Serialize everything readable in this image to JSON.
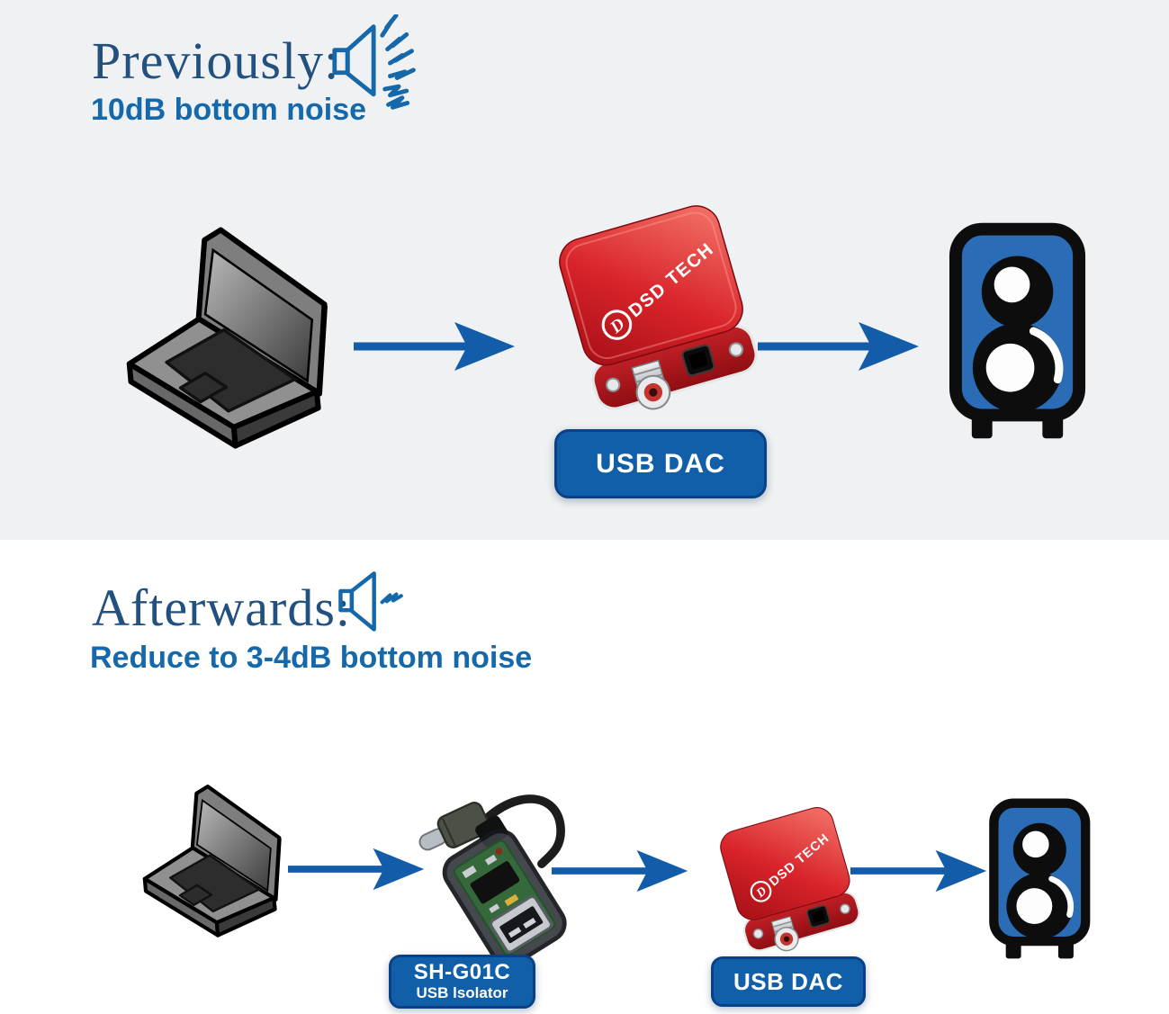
{
  "colors": {
    "background_top": "#eff1f2",
    "background_bottom": "#ffffff",
    "heading_blue": "#22507f",
    "subtitle_blue": "#1568a9",
    "arrow_blue": "#135ca9",
    "button_blue": "#115fa9",
    "speaker_blue": "#2a6cb5",
    "dac_red": "#cf1b20"
  },
  "icons": {
    "speaker_noise_icon": "horn speaker with loud noise zigzags",
    "speaker_quiet_icon": "horn speaker with small wave",
    "laptop_graphic": "gray isometric laptop clipart",
    "speaker_graphic": "blue two-way loudspeaker clipart",
    "flow_arrow": "right-pointing blue arrow"
  },
  "previously": {
    "title": "Previously:",
    "subtitle": "10dB bottom noise",
    "dac_button": "USB DAC",
    "dac_brand": "DSD TECH"
  },
  "afterwards": {
    "title": "Afterwards:",
    "subtitle": "Reduce to 3-4dB bottom noise",
    "isolator_model": "SH-G01C",
    "isolator_type": "USB lsolator",
    "dac_button": "USB DAC",
    "dac_brand": "DSD TECH"
  }
}
